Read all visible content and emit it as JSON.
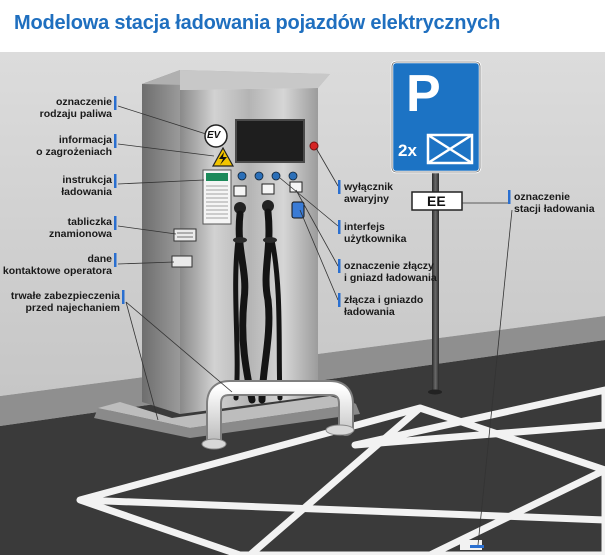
{
  "title": "Modelowa stacja ładowania pojazdów elektrycznych",
  "labels_left": [
    {
      "line1": "oznaczenie",
      "line2": "rodzaju paliwa"
    },
    {
      "line1": "informacja",
      "line2": "o zagrożeniach"
    },
    {
      "line1": "instrukcja",
      "line2": "ładowania"
    },
    {
      "line1": "tabliczka",
      "line2": "znamionowa"
    },
    {
      "line1": "dane",
      "line2": "kontaktowe operatora"
    },
    {
      "line1": "trwałe zabezpieczenia",
      "line2": "przed najechaniem"
    }
  ],
  "labels_right": [
    {
      "line1": "wyłącznik",
      "line2": "awaryjny"
    },
    {
      "line1": "interfejs",
      "line2": "użytkownika"
    },
    {
      "line1": "oznaczenie złączy",
      "line2": "i gniazd ładowania"
    },
    {
      "line1": "złącza i gniazdo",
      "line2": "ładowania"
    }
  ],
  "label_far_right": {
    "line1": "oznaczenie",
    "line2": "stacji ładowania"
  },
  "sign": {
    "letter": "P",
    "count": "2x"
  },
  "station_plate": "EE",
  "ev_badge": "EV",
  "colors": {
    "title": "#1f6fbf",
    "sign_blue": "#1c73c4",
    "leader_blue": "#2a6fd0",
    "warning_yellow": "#f2c500"
  }
}
